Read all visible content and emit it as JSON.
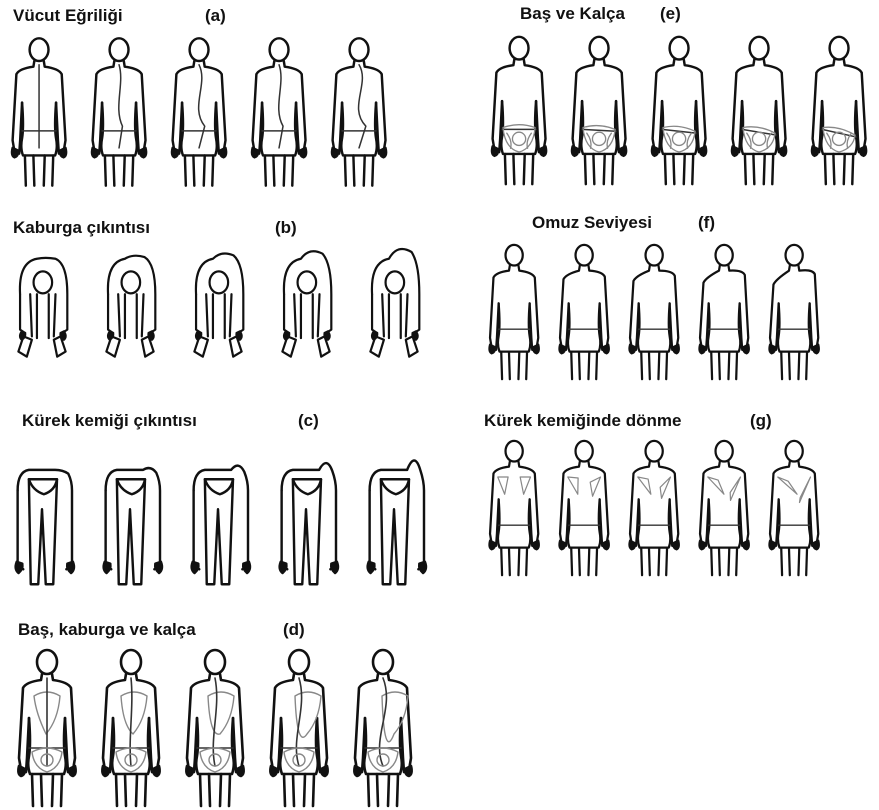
{
  "panels": {
    "a": {
      "title": "Vücut Eğriliği",
      "label": "(a)",
      "variant": "spine",
      "count": 5
    },
    "b": {
      "title": "Kaburga çıkıntısı",
      "label": "(b)",
      "variant": "bend",
      "count": 5
    },
    "c": {
      "title": "Kürek kemiği çıkıntısı",
      "label": "(c)",
      "variant": "shoulder",
      "count": 5
    },
    "d": {
      "title": "Baş, kaburga ve kalça",
      "label": "(d)",
      "variant": "ribpelvis",
      "count": 5
    },
    "e": {
      "title": "Baş ve Kalça",
      "label": "(e)",
      "variant": "pelvis",
      "count": 5
    },
    "f": {
      "title": "Omuz Seviyesi",
      "label": "(f)",
      "variant": "level",
      "count": 5
    },
    "g": {
      "title": "Kürek kemiğinde dönme",
      "label": "(g)",
      "variant": "scapula",
      "count": 5
    }
  }
}
